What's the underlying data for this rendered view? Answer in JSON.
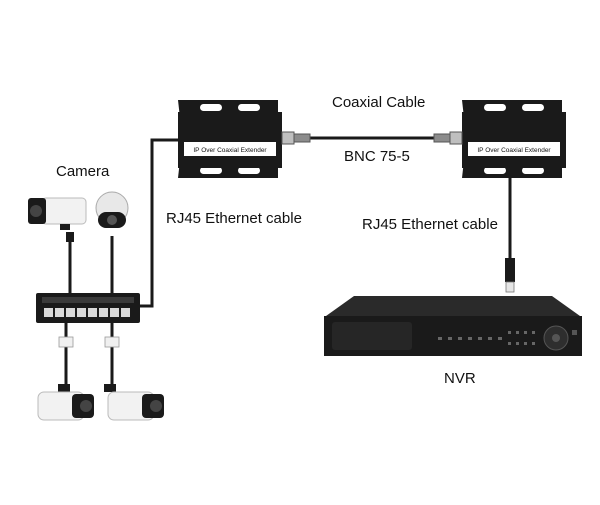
{
  "labels": {
    "coaxial_cable": "Coaxial Cable",
    "bnc": "BNC 75-5",
    "camera": "Camera",
    "rj45_left": "RJ45 Ethernet cable",
    "rj45_right": "RJ45 Ethernet cable",
    "nvr": "NVR"
  },
  "extender_left": {
    "label": "IP Over Coaxial Extender"
  },
  "extender_right": {
    "label": "IP Over Coaxial Extender"
  },
  "colors": {
    "device": "#1a1a1a",
    "cable": "#1a1a1a",
    "camera_white": "#f2f2f2",
    "label_box": "#ffffff"
  }
}
